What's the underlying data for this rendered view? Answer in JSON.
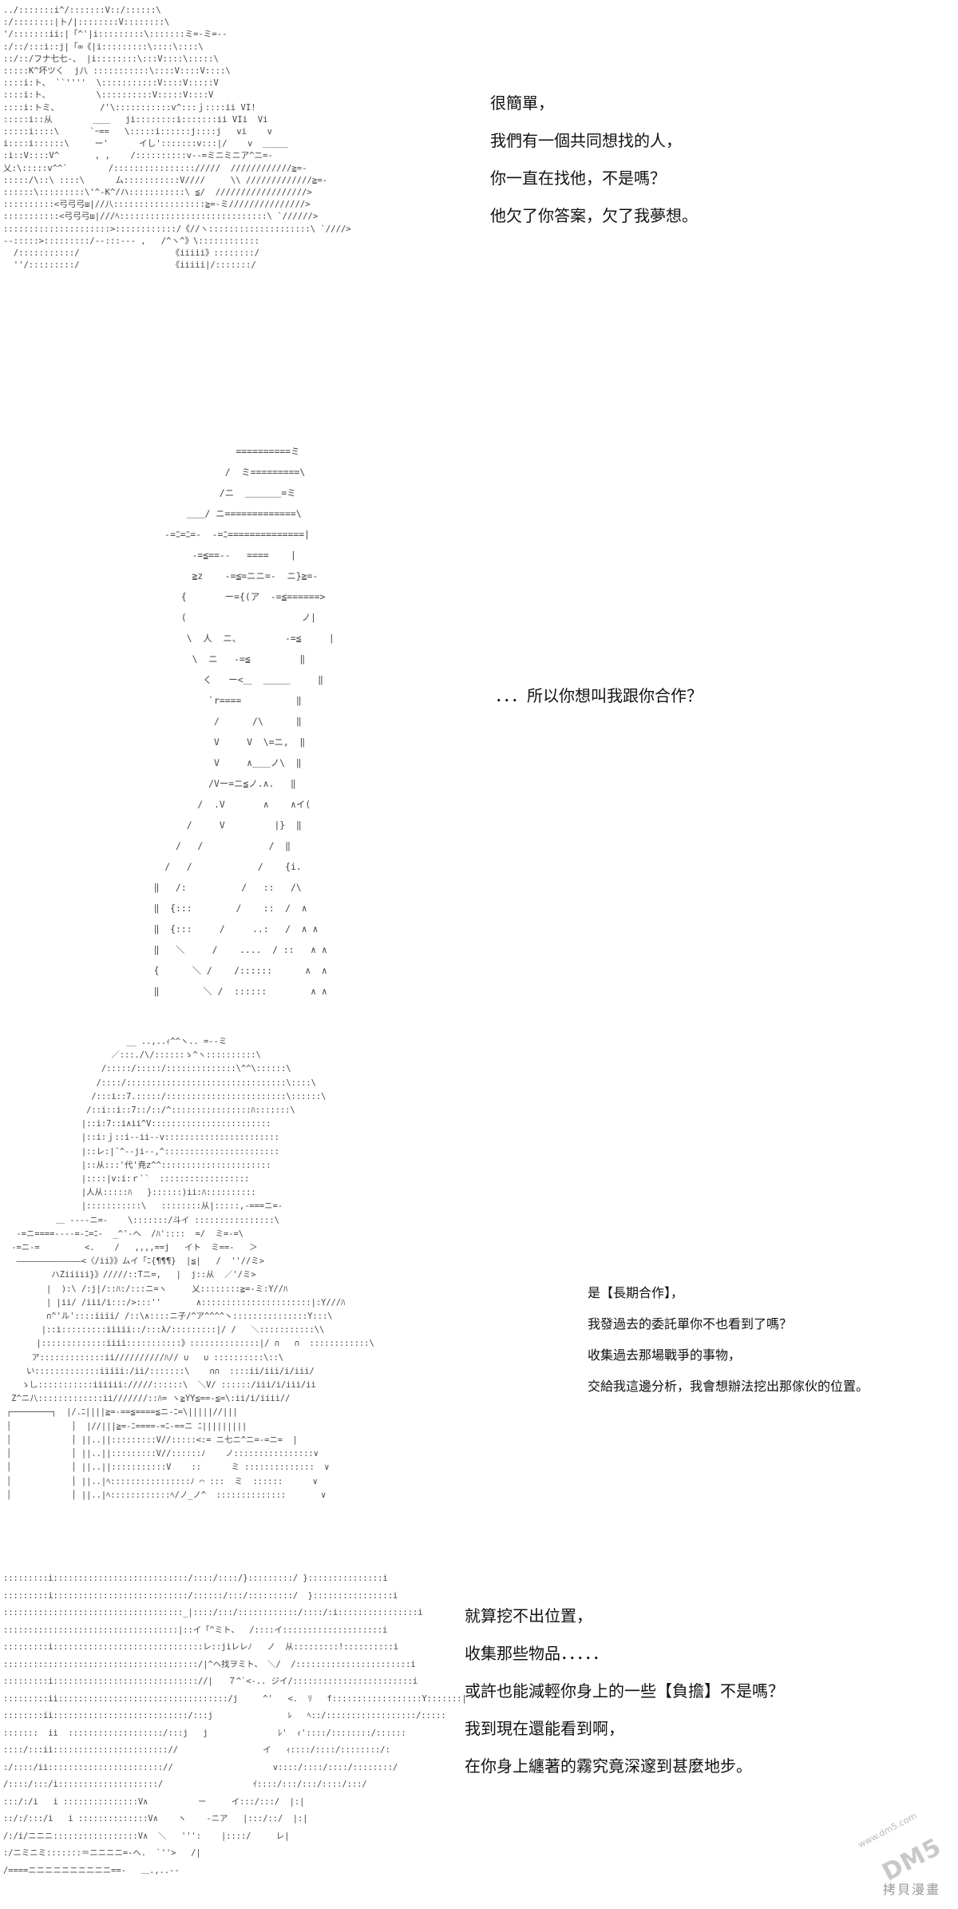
{
  "panel1": {
    "lines": [
      "很簡單，",
      "我們有一個共同想找的人，",
      "你一直在找他，不是嗎？",
      "他欠了你答案，欠了我夢想。"
    ],
    "art": "../:::::::i^/:::::::V::/::::::\\\n:/::::::::|ト/|::::::::V::::::::\\\n'/:::::::ii:|「^'|i:::::::::\\:::::::ミ=-ミ=--\n:/::/:::i::j|「∞《|i:::::::::\\::::\\::::\\\n::/::/フナ七七-、 |i::::::::\\:::V::::\\:::::\\\n:::::K^坏ツく  j八 :::::::::::\\::::V::::V::::\\\n::::i:ト、 ``''''  \\:::::::::::V::::V:::::V\n::::i:ト、         \\::::::::::V:::::V::::V\n::::i:トミ、        /'\\:::::::::::v^:::ｊ::::ii VI!\n:::::i::从        ＿＿   ji::::::::i:::::::ii VIi  Vi\n:::::i::::\\      `ｰ==   \\:::::i::::::j::::j   vi    v\ni::::i::::::\\     ー'      イし':::::::v:::|/    v  ＿＿＿\n:i::V::::V^       , ,    /::::::::::v--=ミニミニア^ニ=-\n乂:\\:::::v^^`        /:::::::::::::::://///  ////////////≧=-\n:::::/\\::\\ ::::\\      ム:::::::::::V////     \\\\ /////////////≧=-\n::::::\\:::::::::\\'^-K^/ハ:::::::::::\\ ≦/  //////////////////>\n::::::::::<弓弓弓ш|//八::::::::::::::::::≧=-ミ///////////////>\n:::::::::::<弓弓弓ш|///ﾍ:::::::::::::::::::::::::::::\\ `//////>\n:::::::::::::::::::::>::::::::::::/《//ヽ::::::::::::::::::::\\ `////>\n--:::::>:::::::::/--:::--- ,   /^ヽ^》\\::::::::::::\n  /:::::::::::/                  《iiiii》::::::::/\n  ''/:::::::::/                  《iiiii|/:::::::/"
  },
  "panel2": {
    "lines": [
      "．．．所以你想叫我跟你合作？"
    ],
    "art": "                  ==========ミ\n                /  ミ=========\\\n               /ニ  ＿＿＿＿=ミ\n         ＿＿/ ニ=============\\\n     -=ﾆ=ﾆ=-  -=ﾆ==============|\n          -=≦==--   ====    |\n          ≧z    -=≦=ニニ=-  ニ}≧=-\n        {       ー={(ア  -=≦======>\n        (                     ノ|\n         \\  人  ニ、        -=≦     |\n          \\  ニ   -=≦         ‖\n            く   ー<＿  ＿＿＿     ‖\n             `r====          ‖\n              /      /\\      ‖\n              V     V  \\=ニ,  ‖\n              V     ∧＿＿ノ\\  ‖\n             /Vー=ニ≦ノ.∧.   ‖\n           /  .V       ∧    ∧イ(\n         /     V         |}  ‖\n       /   /            /  ‖\n     /   /            /    {i.\n   ‖   /:          /   ::   /\\\n   ‖  {:::        /    ::  /  ∧\n   ‖  {:::     /     ..:   /  ∧ ∧\n   ‖   ＼     /    ....  / ::   ∧ ∧\n   {      ＼ /    /::::::      ∧  ∧\n   ‖        ＼ /  ::::::        ∧ ∧"
  },
  "panel3": {
    "lines": [
      "是【長期合作】，",
      "我發過去的委託單你不也看到了嗎？",
      "收集過去那場戰爭的事物，",
      "交給我這邊分析，我會想辦法挖出那傢伙的位置。"
    ],
    "art": "                        __ ..,..ｨ^^ヽ.. =--ミ\n                     ／:::./\\/::::::ゝ^ヽ::::::::::\\\n                   /:::::/:::::/::::::::::::::\\^^\\::::::\\\n                  /::::/::::::::::::::::::::::::::::::::\\::::\\\n                 /:::i::7.:::::/::::::::::::::::::::::::\\::::::\\\n                /::i::i::7::/::/^::::::::::::::::ﾊ:::::::\\\n               |::i:7::i∧ii^V::::::::::::::::::::::::\n               |::i:ｊ::i--ii--v:::::::::::::::::::::::\n               |::レ:|¨^--ji--,^:::::::::::::::::::::::\n               |::从:::'代'尭z^^::::::::::::::::::::::\n               |::::|v:i:ｒ``  ::::::::::::::::::\n               |人从:::::ﾊ   }::::::)ii:ﾊ::::::::::\n               |:::::::::::\\   ::::::::从|:::::,-===ニ=-\n          ＿ ----ニ=-    \\:::::::/斗イ ::::::::::::::::\\\n  -=ニ====----=-ﾆ=ﾆ-  _^'-ヘ  /ﾊ'::::  =/  ミ=-=\\\n -=ニ-=         <.    /   ,,,,==j   イト  ミ==-   ＞\n  ―――――――――――――<〈/ii》》ムイ「ﾆ{¶¶¶}  |≦|   /  ''//ミ>\n         ハZiiiii}》/////::Tニ=,   |  j::从  ／'/ミ>\n        |  ):\\ /:j|/::ﾊ:/:::ニ=ヽ     乂::::::::≧=-ミ:Y//ﾊ\n        | |ii/ /iii/i:::/>:::''       ∧::::::::::::::::::::::|:Y///ﾊ\n        ∩^'ル'::::iiii/ /::\\∧::::ニ子/^ア^^^^ヽ:::::::::::::::Y:::\\\n       |::i:::::::::iiiii::/:::λ/:::::::::|/ /   ＼:::::::::::\\\\\n      |:::::::::::::iiii:::::::::::》::::::::::::::|/ ∩   ∩  ::::::::::::\\\n     ア:::::::::::::ii//////////ﾊ// ∪   ∪ ::::::::::\\::\\\n    い:::::::::::::iiiii:/ii/:::::::\\    ∩∩  ::::ii/iii/i/iii/\n   ゝ乚:::::::::::iiiiii://///::::::\\  ＼V/ ::::::/iii/i/iii/ii\n Z^ニ八:::::::::::::ii///////::ﾊ= ヽ≧YY≦==-≦=\\:ii/i/iiii//\n┌────────┐  |/.ﾆ||||≧=-==≦====≦ニ-ﾆ=\\|||||//|||\n│            │  |//|||≧=-ﾆ====-=ﾆ-==ニ ﾆ|||||||||\n│            │ ||..||:::::::::V//:::::<:= ニ七ニ^ニ=-=ニ=  |\n│            │ ||..||:::::::::V//::::::ﾉ    ノ::::::::::::::::∨\n│            │ ||..||:::::::::::V    ::      ミ ::::::::::::::  ∨\n│            │ ||..|ﾍ::::::::::::::::ﾉ ⌒ :::  ミ  ::::::      ∨\n│            │ ||..|ﾍ::::::::::::ﾍ/ノ_ノ^  ::::::::::::::       ∨"
  },
  "panel4": {
    "lines": [
      "就算挖不出位置，",
      "收集那些物品．．．．．",
      "或許也能減輕你身上的一些【負擔】不是嗎？",
      "我到現在還能看到啊，",
      "在你身上纏著的霧究竟深邃到甚麼地步。"
    ],
    "art": ":::::::::i:::::::::::::::::::::::::::/::::/::::/}:::::::::/ }:::::::::::::::i\n:::::::::i:::::::::::::::::::::::::::/::::::/:::/:::::::::/  }::::::::::::::::i\n::::::::::::::::::::::::::::::::::::_|::::/:::/::::::::::::/::::/:i::::::::::::::::i\n:::::::::::::::::::::::::::::::::::|::イ「^ミト、  /::::イ::::::::::::::::::::i\n:::::::::i::::::::::::::::::::::::::::::レ::jiレレﾉ   ノ  从:::::::::!::::::::::i\n:::::::::::::::::::::::::::::::::::::::/|^ヘ找ヲミト、 ＼/  /:::::::::::::::::::::::i\n:::::::::i::::::::::::::::::::::::::::://|   ７^`<-.. ジイ/::::::::::::::::::::::::i\n:::::::::ii::::::::::::::::::::::::::::::::::/j     ^'   <.  ﾘ   f::::::::::::::::::Y:::::::|\n::::::::ii:::::::::::::::::::::::::::/:::j               ﾚ   ﾍ::/::::::::::::::::::/:::::\n:::::::  ii  :::::::::::::::::::/:::j   j              ﾚ'  ｨ'::::/::::::::/::::::\n::::/:::ii::::::::::::::::::::::://                 イ   ｨ::::/::::/::::::::/:\n:/::::/ii::::::::::::::::::::::://                    v::::/::::/::::/::::::::/\n/::::/:::/i::::::::::::::::::::/                  ｲ::::/:::/:::/::::/:::/\n:::/:/i   i :::::::::::::::V∧          ー     イ:::/:::/  |:|\n::/:/:::/i   i ::::::::::::::V∧    ヽ    -ニア   |:::/::/  |:|\n/:/i/ニニニ:::::::::::::::::V∧  ＼   ''':    |::::/     レ|\n:/ニミニミ:::::::＝ニニニニ=-へ.  `''>   /|\n/====ニニニニニニニニニニ==-   ＿.,..--"
  },
  "watermark": {
    "logo_text": "DM5",
    "sub_text": "www.dm5.com",
    "label": "拷貝漫畫"
  },
  "colors": {
    "background": "#ffffff",
    "text": "#111111",
    "art": "#444444",
    "watermark": "#9a9a9a"
  }
}
